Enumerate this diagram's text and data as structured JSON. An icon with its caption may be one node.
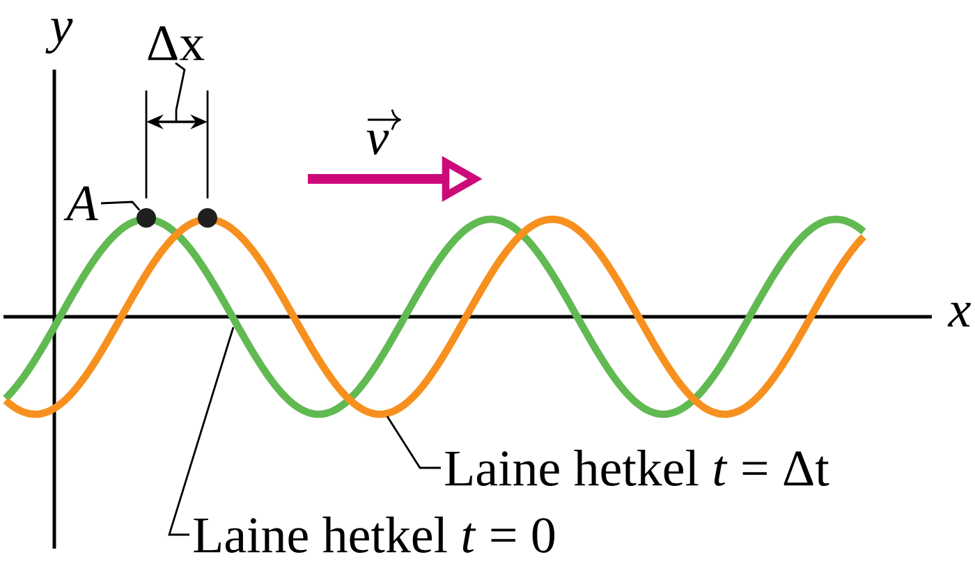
{
  "diagram": {
    "nodes": [
      {
        "text": [
          "*A*"
        ]
      },
      {
        "text": [],
        "shape": "circle"
      },
      {
        "text": [],
        "shape": "circle"
      },
      {
        "text": [
          "Δx"
        ]
      },
      {
        "text": [
          "Laine hetkel *t* = Δt"
        ]
      },
      {
        "text": [
          "Laine hetkel *t* = 0"
        ]
      }
    ],
    "edges": [
      {
        "from": 0,
        "to": 1,
        "arrow": "none"
      },
      {
        "from": 3,
        "to": null,
        "arrow": "none"
      },
      {
        "from": 4,
        "to": null,
        "arrow": "none"
      },
      {
        "from": 5,
        "to": null,
        "arrow": "none"
      }
    ],
    "labels": [
      "*y*",
      "*v*",
      "*x*"
    ]
  }
}
